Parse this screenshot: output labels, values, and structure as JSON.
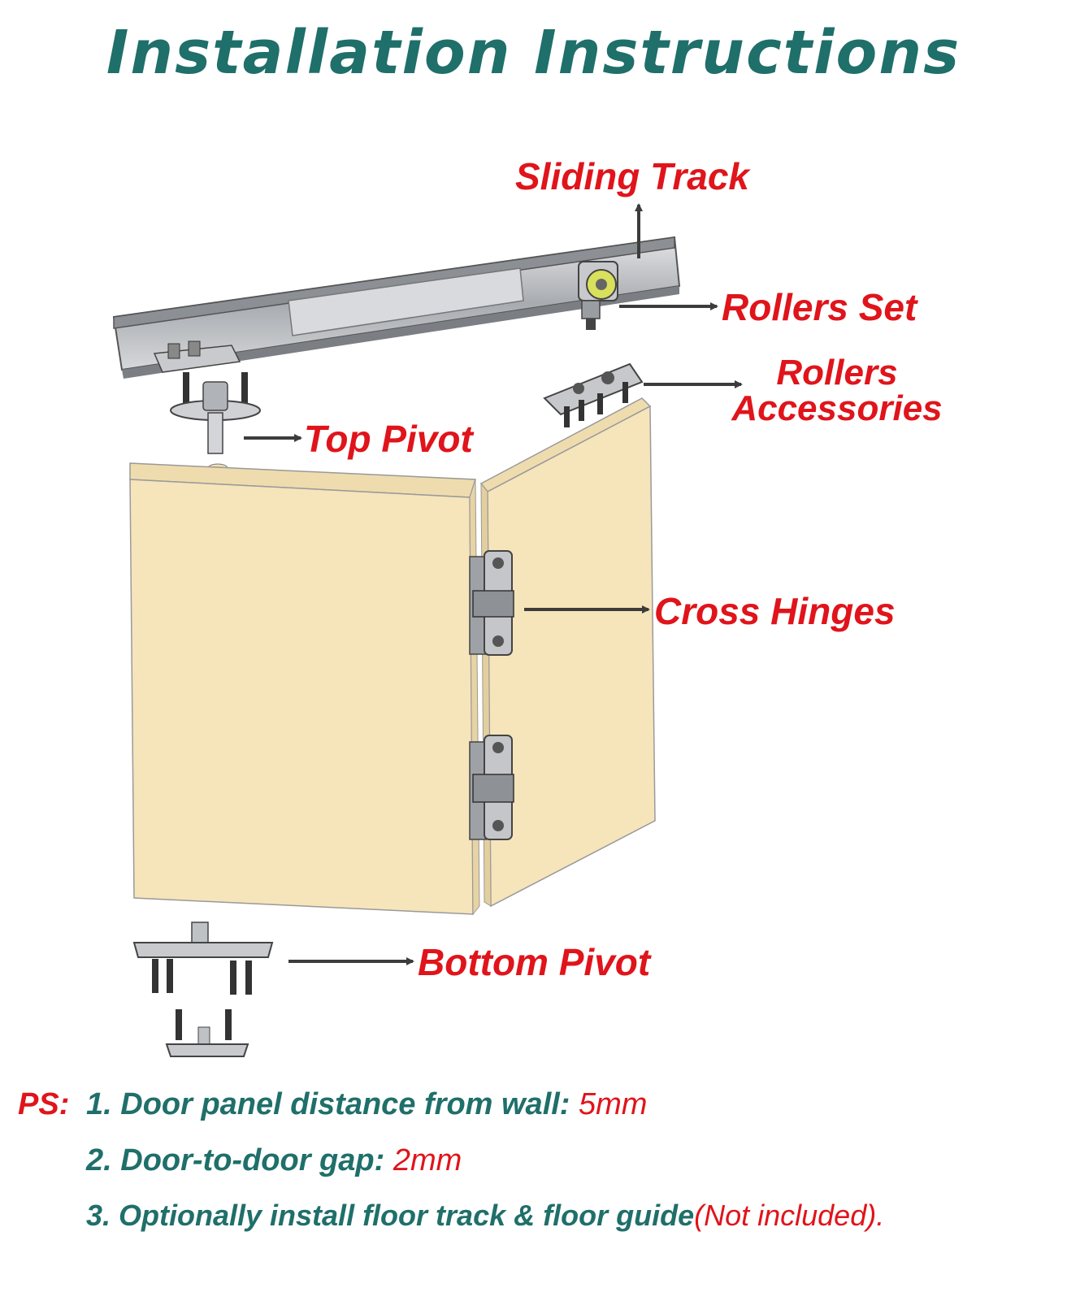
{
  "title": "Installation Instructions",
  "labels": {
    "sliding_track": "Sliding Track",
    "rollers_set": "Rollers Set",
    "rollers_accessories_line1": "Rollers",
    "rollers_accessories_line2": "Accessories",
    "top_pivot": "Top Pivot",
    "cross_hinges": "Cross Hinges",
    "bottom_pivot": "Bottom Pivot"
  },
  "notes": {
    "prefix": "PS:",
    "items": [
      {
        "text": "1. Door panel distance from wall: ",
        "value": "5mm"
      },
      {
        "text": "2. Door-to-door gap: ",
        "value": "2mm"
      },
      {
        "text": "3. Optionally install floor track & floor guide",
        "value": "(Not included)."
      }
    ]
  },
  "colors": {
    "title": "#1f6f6a",
    "label": "#e0141b",
    "door": "#f6e4bb",
    "metal": "#b9bcc0"
  }
}
